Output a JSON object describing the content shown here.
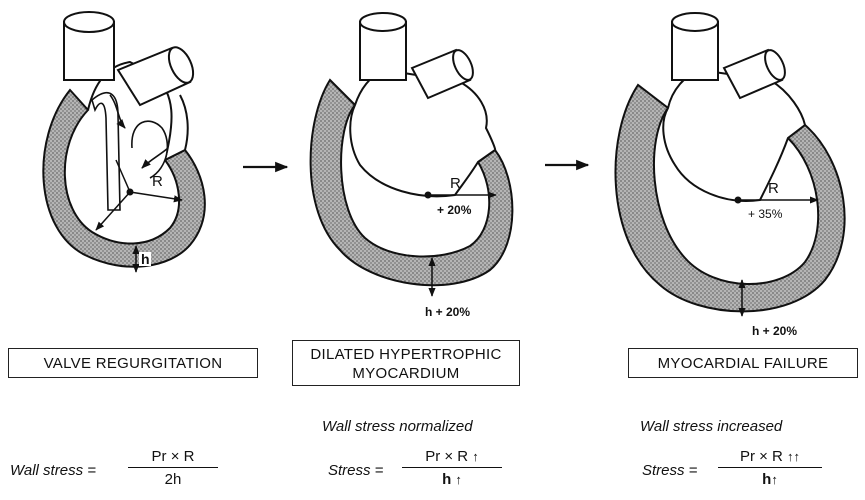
{
  "stages": [
    {
      "radius_label": "R",
      "thickness_label": "h",
      "title": "VALVE REGURGITATION",
      "eq_lhs": "Wall stress =",
      "eq_num": "Pr  × R",
      "eq_den": "2h"
    },
    {
      "radius_label": "R",
      "radius_change": "+ 20%",
      "thickness_change": "h  + 20%",
      "title_line1": "DILATED HYPERTROPHIC",
      "title_line2": "MYOCARDIUM",
      "note": "Wall stress   normalized",
      "eq_lhs": "Stress =",
      "eq_num": "Pr  × R",
      "eq_num_arrows": "↑",
      "eq_den": "h",
      "eq_den_arrows": "↑"
    },
    {
      "radius_label": "R",
      "radius_change": "+ 35%",
      "thickness_change": "h  + 20%",
      "title": "MYOCARDIAL FAILURE",
      "note": "Wall stress  increased",
      "eq_lhs": "Stress =",
      "eq_num": "Pr × R",
      "eq_num_arrows": "↑↑",
      "eq_den": "h",
      "eq_den_arrows": "↑"
    }
  ],
  "colors": {
    "wall_fill": "#9a9a9a",
    "ink": "#111111"
  }
}
